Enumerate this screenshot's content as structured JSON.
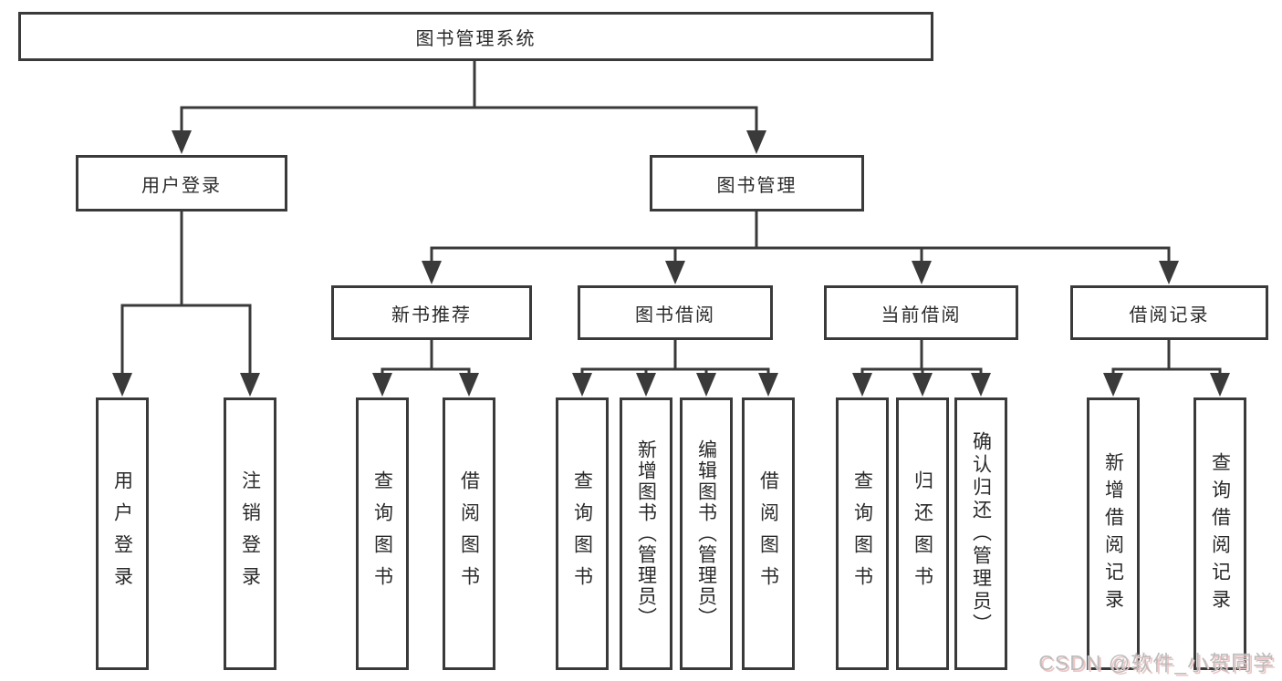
{
  "diagram": {
    "root": {
      "label": "图书管理系统",
      "children": [
        {
          "label": "用户登录",
          "children": [
            {
              "label": "用户登录"
            },
            {
              "label": "注销登录"
            }
          ]
        },
        {
          "label": "图书管理",
          "children": [
            {
              "label": "新书推荐",
              "children": [
                {
                  "label": "查询图书"
                },
                {
                  "label": "借阅图书"
                }
              ]
            },
            {
              "label": "图书借阅",
              "children": [
                {
                  "label": "查询图书"
                },
                {
                  "label": "新增图书（管理员）"
                },
                {
                  "label": "编辑图书（管理员）"
                },
                {
                  "label": "借阅图书"
                }
              ]
            },
            {
              "label": "当前借阅",
              "children": [
                {
                  "label": "查询图书"
                },
                {
                  "label": "归还图书"
                },
                {
                  "label": "确认归还（管理员）"
                }
              ]
            },
            {
              "label": "借阅记录",
              "children": [
                {
                  "label": "新增借阅记录"
                },
                {
                  "label": "查询借阅记录"
                }
              ]
            }
          ]
        }
      ]
    },
    "colors": {
      "line": "#3a3a3a",
      "text": "#2a2a2a",
      "background": "#ffffff",
      "watermark": "#bcbcbc",
      "watermark_shadow": "#eec6c6"
    }
  },
  "watermark": {
    "text": "CSDN @软件_小贺同学"
  }
}
